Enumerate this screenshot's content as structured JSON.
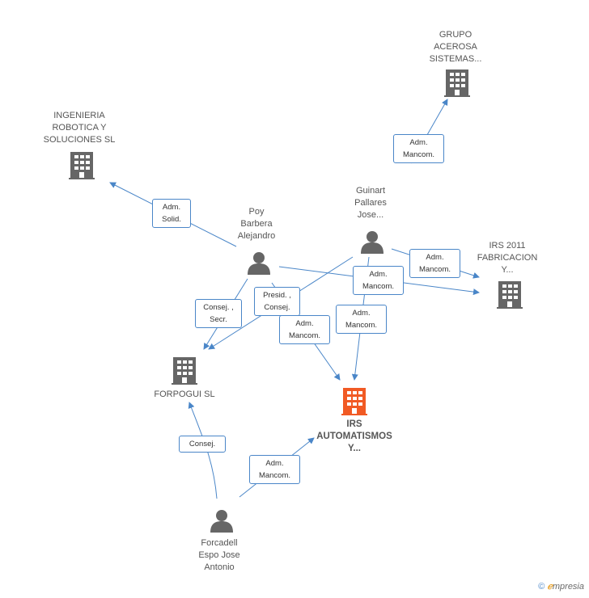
{
  "colors": {
    "edge": "#4a86c8",
    "company": "#666666",
    "main_company": "#f15a24",
    "person": "#666666"
  },
  "companies": {
    "grupo_acerosa": {
      "label": "GRUPO\nACEROSA\nSISTEMAS..."
    },
    "ingenieria": {
      "label": "INGENIERIA\nROBOTICA Y\nSOLUCIONES SL"
    },
    "irs2011": {
      "label": "IRS 2011\nFABRICACION\nY..."
    },
    "forpogui": {
      "label": "FORPOGUI SL"
    },
    "irs_automatismos": {
      "label": "IRS\nAUTOMATISMOS\nY..."
    }
  },
  "persons": {
    "guinart": {
      "label": "Guinart\nPallares\nJose..."
    },
    "poy": {
      "label": "Poy\nBarbera\nAlejandro"
    },
    "forcadell": {
      "label": "Forcadell\nEspo Jose\nAntonio"
    }
  },
  "relations": {
    "guinart_acerosa": "Adm.\nMancom.",
    "poy_ingenieria": "Adm.\nSolid.",
    "guinart_irs2011": "Adm.\nMancom.",
    "poy_irs2011": "Adm.\nMancom.",
    "poy_forpogui": "Consej. ,\nSecr.",
    "guinart_forpogui": "Presid. ,\nConsej.",
    "poy_irsauto": "Adm.\nMancom.",
    "guinart_irsauto": "Adm.\nMancom.",
    "forcadell_forpogui": "Consej.",
    "forcadell_irsauto": "Adm.\nMancom."
  },
  "footer": {
    "copyright": "©",
    "brand_e": "ℯ",
    "brand_rest": "mpresia"
  }
}
